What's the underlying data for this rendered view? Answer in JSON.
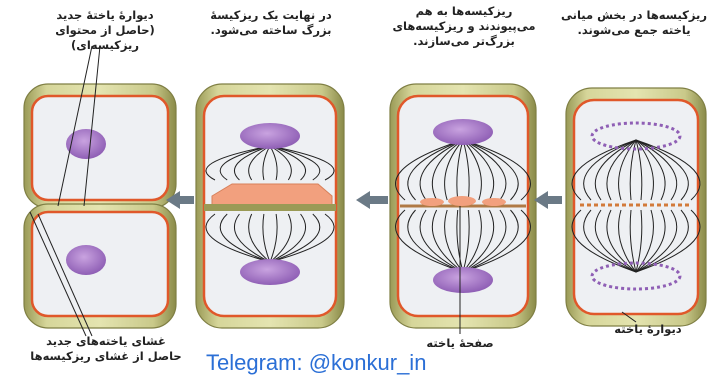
{
  "labels": {
    "cap_stage4": "دیوارهٔ یاختهٔ جدید\n(حاصل از محتوای ریزکیسه‌ای)",
    "cap_stage3": "در نهایت یک ریزکیسهٔ\nبزرگ ساخته می‌شود.",
    "cap_stage2": "ریزکیسه‌ها به هم\nمی‌پیوندند و ریزکیسه‌های\nبزرگ‌تر می‌سازند.",
    "cap_stage1": "ریزکیسه‌ها در بخش میانی\nیاخته جمع می‌شوند.",
    "membrane": "غشای یاخته‌های جدید\nحاصل از غشای ریزکیسه‌ها",
    "cell_plate": "صفحهٔ یاخته",
    "cell_wall": "دیوارهٔ یاخته"
  },
  "watermark": "Telegram: @konkur_in",
  "colors": {
    "wall": "#c9c98a",
    "wall_dark": "#8f8f4e",
    "membrane": "#e0582a",
    "interior": "#eef0f3",
    "nucleus": "#a477c4",
    "plate": "#f2a07e",
    "arrow": "#6b7a86"
  }
}
